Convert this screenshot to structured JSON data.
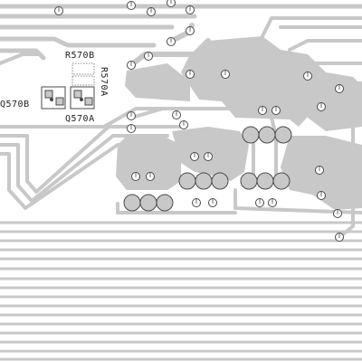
{
  "colors": {
    "background": "#ffffff",
    "copper": "#c8c8c8",
    "pad_outline": "#4a4a4a",
    "silkscreen": "#222222"
  },
  "labels": {
    "q570b": "Q570B",
    "q570a": "Q570A",
    "r570b": "R570B",
    "r570a": "R570A"
  }
}
